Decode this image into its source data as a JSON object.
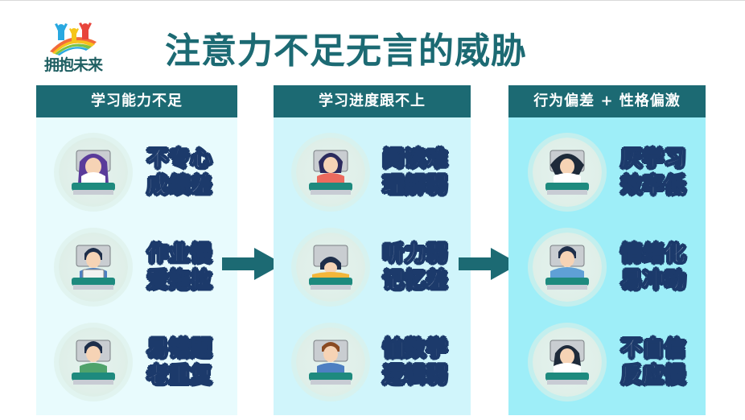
{
  "logo": {
    "text": "拥抱未来",
    "colors": {
      "figure_left": "#29a8e0",
      "figure_mid": "#f5c518",
      "figure_right": "#e8453c",
      "text": "#1f5f62"
    }
  },
  "title": "注意力不足无言的威胁",
  "colors": {
    "accent": "#1c6a73",
    "col1_bg": "#e8fbfd",
    "col2_bg": "#d0f5fb",
    "col3_bg": "#9eeef8",
    "text_outline": "#1c3a6b"
  },
  "columns": [
    {
      "header": "学习能力不足",
      "items": [
        {
          "line1": "不专心",
          "line2": "成绩差",
          "icon": "girl-covering-face-icon"
        },
        {
          "line1": "作业慢",
          "line2": "爱拖拉",
          "icon": "boy-holding-tablet-icon"
        },
        {
          "line1": "易错题",
          "line2": "老重复",
          "icon": "boy-writing-frustrated-icon"
        }
      ]
    },
    {
      "header": "学习进度跟不上",
      "items": [
        {
          "line1": "阅读难",
          "line2": "理解弱",
          "icon": "girl-yawning-icon"
        },
        {
          "line1": "听力弱",
          "line2": "记忆差",
          "icon": "girl-sleeping-on-desk-icon"
        },
        {
          "line1": "怕数学",
          "line2": "逻辑弱",
          "icon": "boy-thinking-icon"
        }
      ]
    },
    {
      "header": "行为偏差 + 性格偏激",
      "items": [
        {
          "line1": "厌学习",
          "line2": "效率低",
          "icon": "girl-stressed-icon"
        },
        {
          "line1": "情绪化",
          "line2": "易冲动",
          "icon": "boy-covering-eyes-icon"
        },
        {
          "line1": "不自信",
          "line2": "反应慢",
          "icon": "girl-crying-icon"
        }
      ]
    }
  ],
  "arrows": [
    "arrow-right",
    "arrow-right"
  ]
}
